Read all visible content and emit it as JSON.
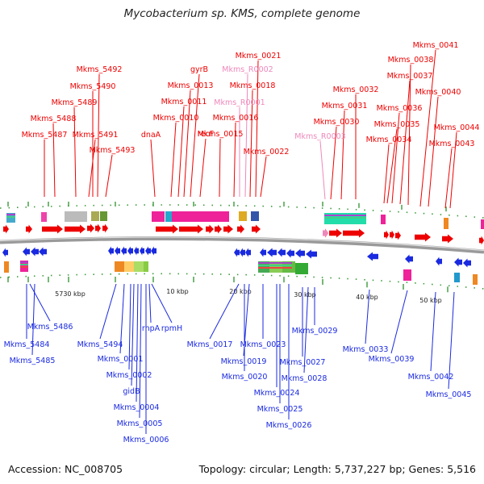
{
  "title": "Mycobacterium sp. KMS, complete genome",
  "footer": {
    "accession": "Accession: NC_008705",
    "summary": "Topology: circular; Length: 5,737,227 bp; Genes: 5,516"
  },
  "colors": {
    "forward_gene": "#ee0000",
    "reverse_gene": "#1a2ae0",
    "rna_label": "#ee88bb",
    "backbone": "#777777",
    "tick": "#3a9a3a"
  },
  "scale_labels": [
    "5730 kbp",
    "10 kbp",
    "20 kbp",
    "30 kbp",
    "40 kbp",
    "50 kbp"
  ],
  "forward_labels": [
    "Mkms_5492",
    "Mkms_5490",
    "Mkms_5489",
    "Mkms_5488",
    "Mkms_5487",
    "Mkms_5491",
    "Mkms_5493",
    "gyrB",
    "Mkms_0013",
    "Mkms_0011",
    "Mkms_0010",
    "dnaA",
    "recF",
    "Mkms_0021",
    "Mkms_R0002",
    "Mkms_0018",
    "Mkms_R0001",
    "Mkms_0016",
    "Mkms_0015",
    "Mkms_0022",
    "Mkms_0032",
    "Mkms_0031",
    "Mkms_0030",
    "Mkms_R0003",
    "Mkms_0041",
    "Mkms_0038",
    "Mkms_0037",
    "Mkms_0040",
    "Mkms_0036",
    "Mkms_0035",
    "Mkms_0034",
    "Mkms_0044",
    "Mkms_0043"
  ],
  "reverse_labels": [
    "Mkms_5486",
    "Mkms_5484",
    "Mkms_5485",
    "Mkms_5494",
    "Mkms_0001",
    "Mkms_0002",
    "gidB",
    "Mkms_0004",
    "Mkms_0005",
    "Mkms_0006",
    "rnpA",
    "rpmH",
    "Mkms_0017",
    "Mkms_0023",
    "Mkms_0019",
    "Mkms_0020",
    "Mkms_0024",
    "Mkms_0025",
    "Mkms_0026",
    "Mkms_0029",
    "Mkms_0027",
    "Mkms_0028",
    "Mkms_0033",
    "Mkms_0039",
    "Mkms_0042",
    "Mkms_0045"
  ]
}
